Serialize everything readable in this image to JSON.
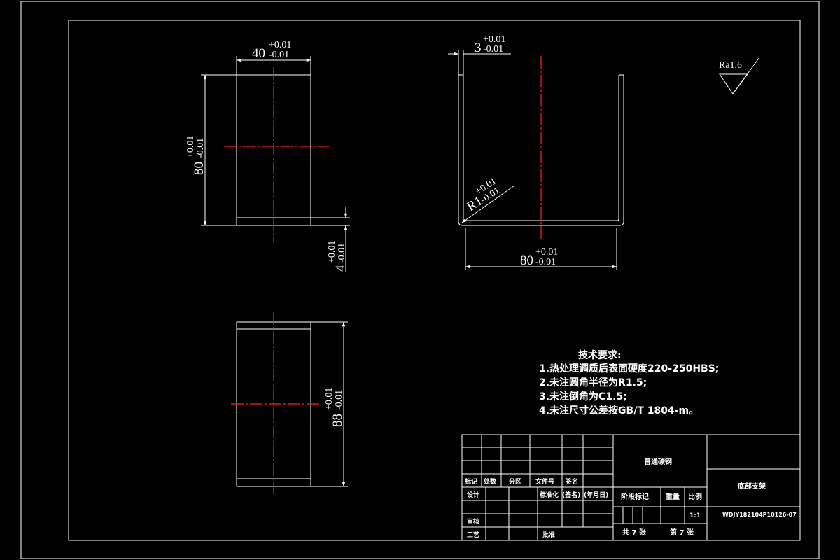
{
  "colors": {
    "background": "#000000",
    "line": "#ffffff",
    "centerline": "#ff2020"
  },
  "dimensions": {
    "top_width": {
      "base": "40",
      "upper": "+0.01",
      "lower": "-0.01"
    },
    "left_height": {
      "base": "80",
      "upper": "+0.01",
      "lower": "-0.01"
    },
    "small_thick": {
      "base": "4",
      "upper": "+0.01",
      "lower": "-0.01"
    },
    "wall_thick": {
      "base": "3",
      "upper": "+0.01",
      "lower": "-0.01"
    },
    "radius": {
      "base": "R1",
      "upper": "+0.01",
      "lower": "-0.01"
    },
    "bottom_width": {
      "base": "80",
      "upper": "+0.01",
      "lower": "-0.01"
    },
    "lower_height": {
      "base": "88",
      "upper": "+0.01",
      "lower": "-0.01"
    }
  },
  "roughness": "Ra1.6",
  "notes": {
    "heading": "技术要求:",
    "items": [
      "1.热处理调质后表面硬度220-250HBS;",
      "2.未注圆角半径为R1.5;",
      "3.未注倒角为C1.5;",
      "4.未注尺寸公差按GB/T 1804-m。"
    ]
  },
  "title_block": {
    "material": "普通碳钢",
    "part_name": "底部支架",
    "drawing_no": "WDJY182104P10126-07",
    "labels": {
      "mark": "标记",
      "count": "处数",
      "zone": "分区",
      "doc_no": "文件号",
      "sign": "签名",
      "design": "设计",
      "standardize": "标准化",
      "sign2": "(签名)",
      "date": "(年月日)",
      "review": "审核",
      "process": "工艺",
      "approve": "批准",
      "stage_mark": "阶段标记",
      "weight": "重量",
      "scale": "比例"
    },
    "scale_value": "1:1",
    "sheets_total": "共 7 张",
    "sheet_no": "第 7 张"
  }
}
